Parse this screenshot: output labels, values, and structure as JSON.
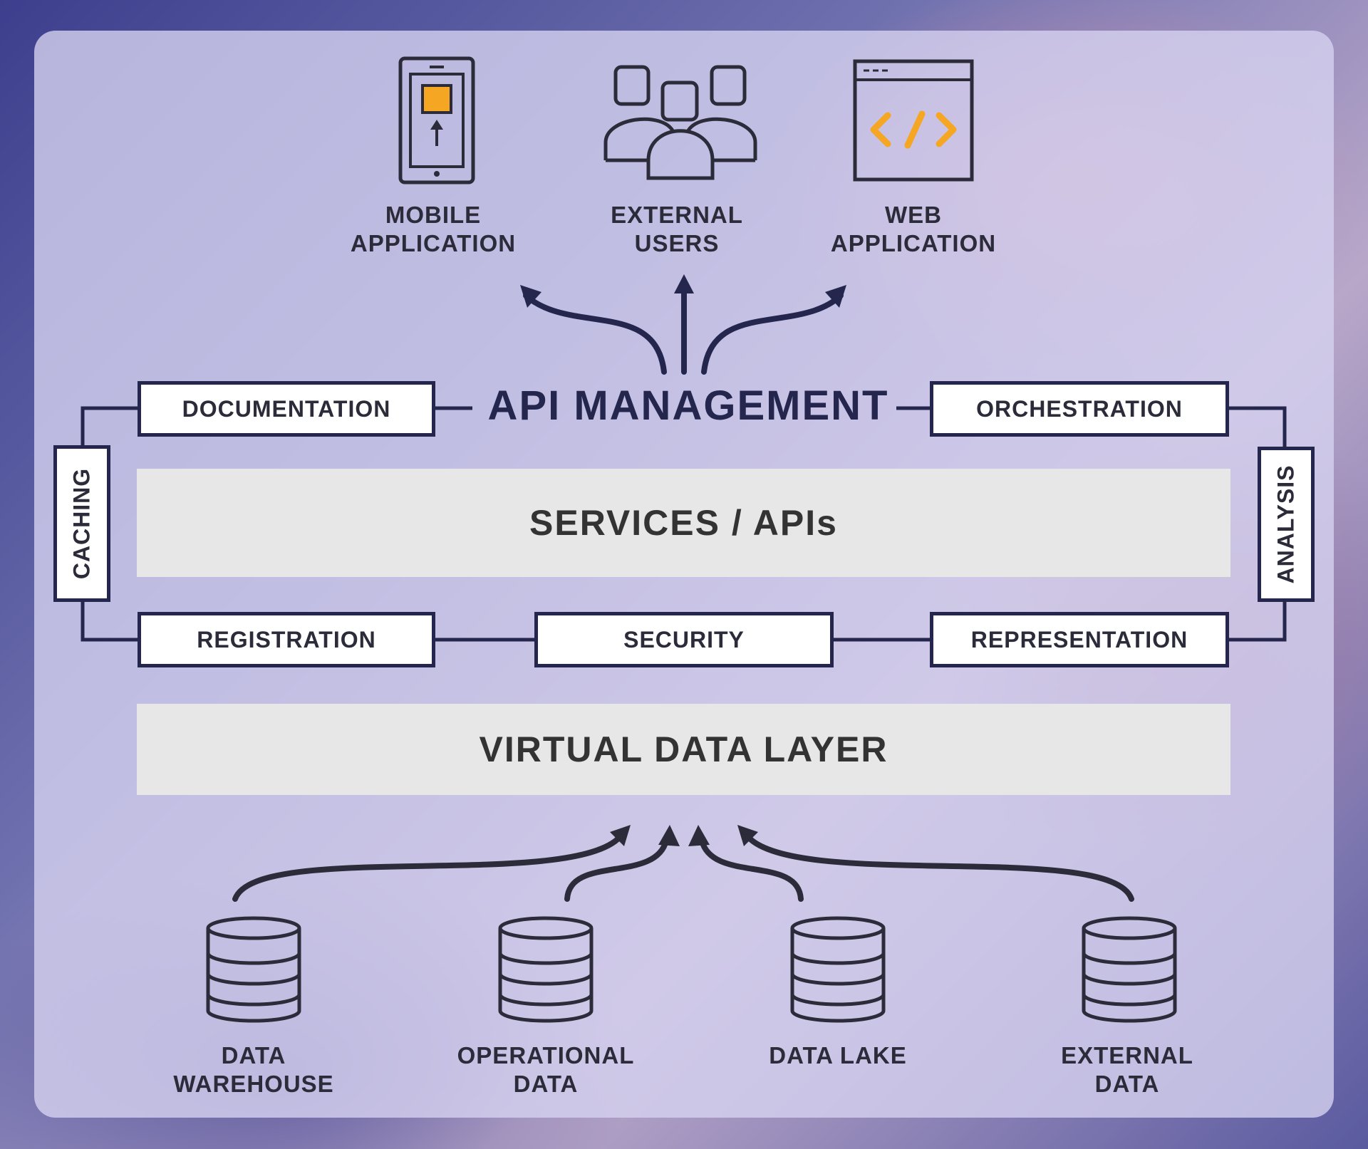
{
  "consumers": [
    {
      "id": "mobile",
      "label": "MOBILE\nAPPLICATION",
      "icon": "mobile-phone-icon"
    },
    {
      "id": "users",
      "label": "EXTERNAL\nUSERS",
      "icon": "users-group-icon"
    },
    {
      "id": "web",
      "label": "WEB\nAPPLICATION",
      "icon": "browser-code-icon"
    }
  ],
  "api_management": {
    "title": "API MANAGEMENT",
    "documentation": "DOCUMENTATION",
    "orchestration": "ORCHESTRATION",
    "caching": "CACHING",
    "analysis": "ANALYSIS",
    "registration": "REGISTRATION",
    "security": "SECURITY",
    "representation": "REPRESENTATION"
  },
  "services_layer": "SERVICES / APIs",
  "virtual_data_layer": "VIRTUAL DATA LAYER",
  "sources": [
    {
      "id": "warehouse",
      "label": "DATA\nWAREHOUSE",
      "icon": "database-icon"
    },
    {
      "id": "operational",
      "label": "OPERATIONAL\nDATA",
      "icon": "database-icon"
    },
    {
      "id": "lake",
      "label": "DATA LAKE",
      "icon": "database-icon"
    },
    {
      "id": "external",
      "label": "EXTERNAL\nDATA",
      "icon": "database-icon"
    }
  ],
  "colors": {
    "navy": "#24264e",
    "accent": "#f5a623",
    "dark": "#2b2b3a"
  }
}
